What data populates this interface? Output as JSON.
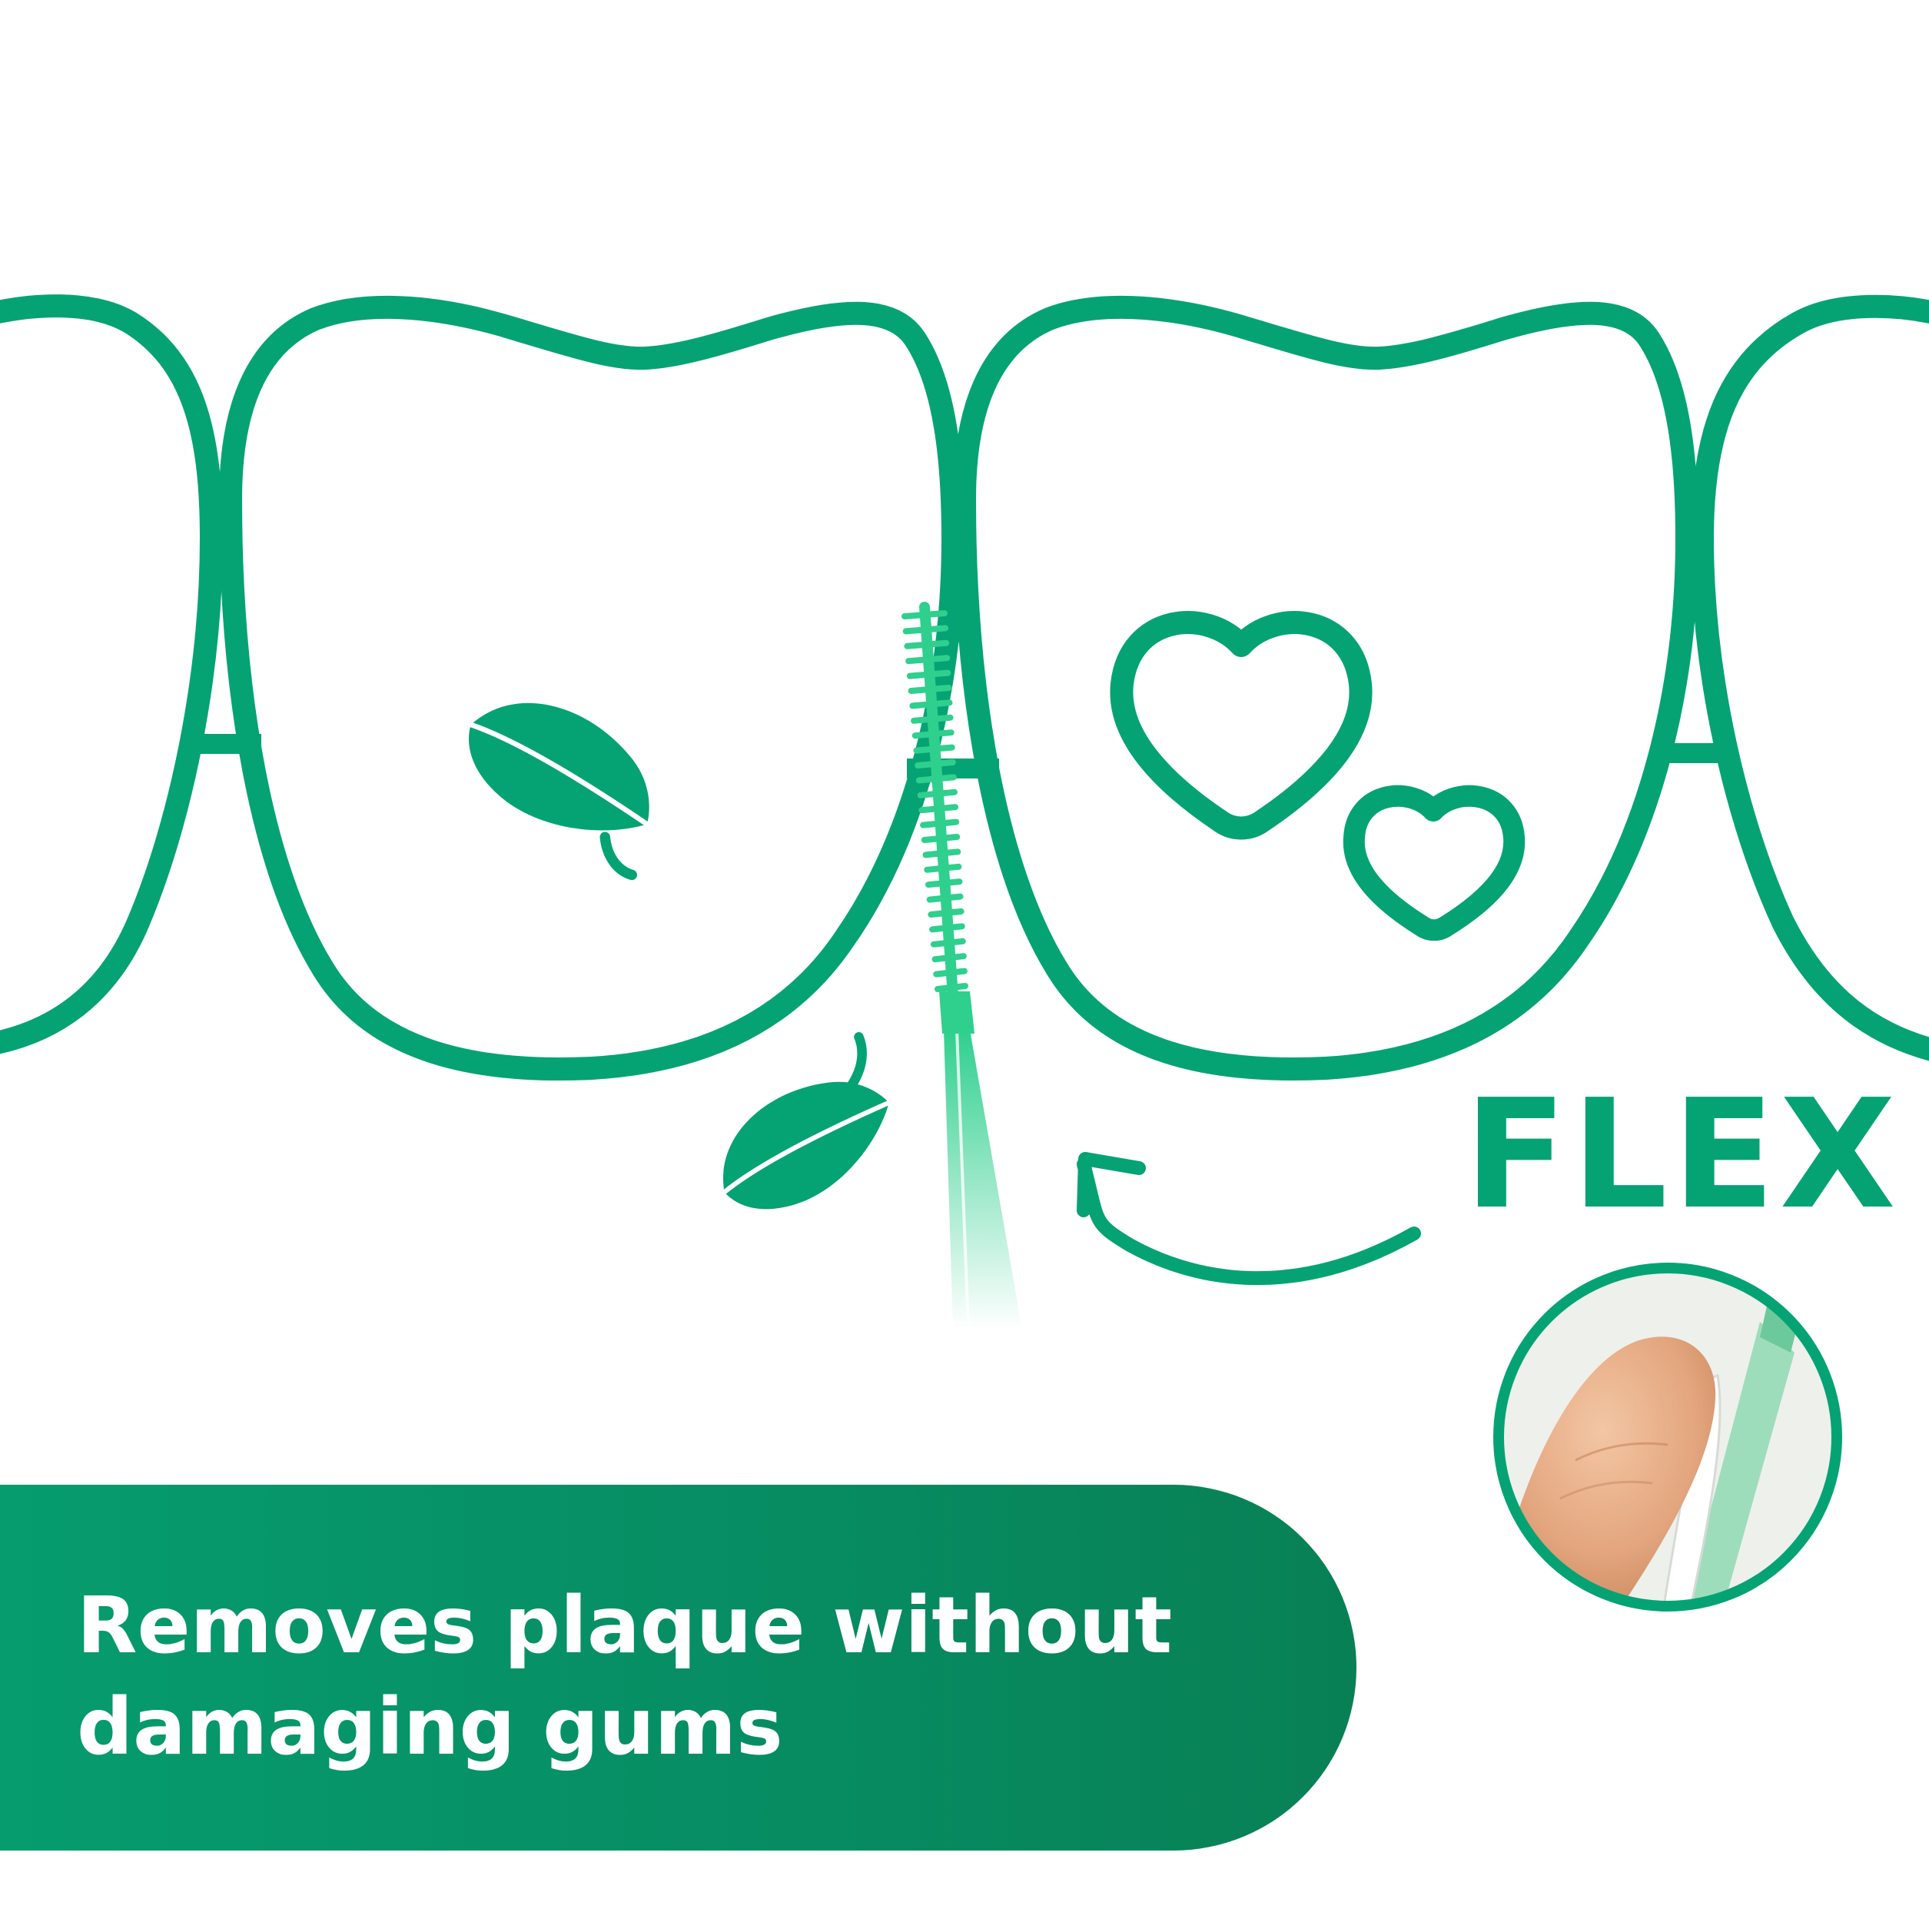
{
  "colors": {
    "brand_green": "#05a374",
    "bright_green": "#2fcf8e",
    "banner_green": "#078d63",
    "background": "#ffffff"
  },
  "icons": [
    "tooth-outline-icon",
    "mint-leaf-icon",
    "heart-outline-icon",
    "interdental-brush-icon",
    "curved-arrow-icon"
  ],
  "label": {
    "flex": "FLEX"
  },
  "banner": {
    "line1": "Removes plaque without",
    "line2": "damaging gums"
  }
}
